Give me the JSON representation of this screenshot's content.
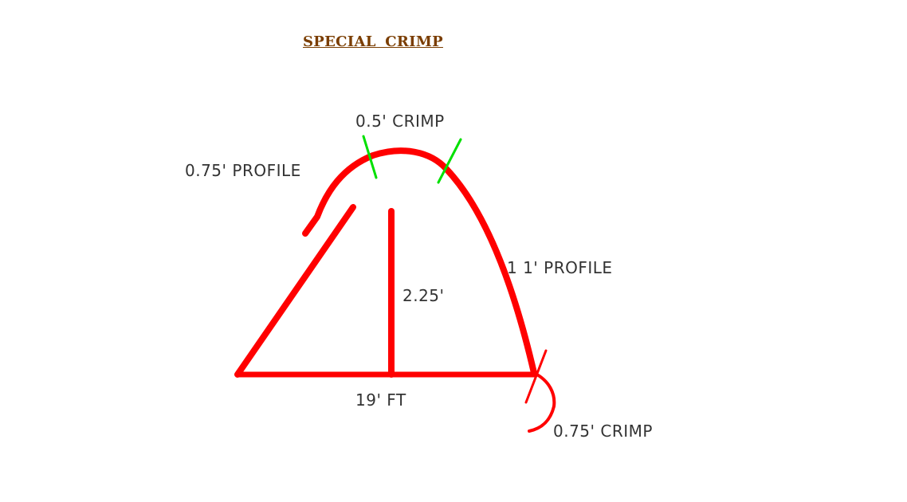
{
  "title": "SPECIAL CRIMP",
  "colors": {
    "profile": "#ff0000",
    "crimp_mark": "#00e000",
    "label": "#333333",
    "title": "#7a3d00"
  },
  "labels": {
    "top_crimp": "0.5' CRIMP",
    "left_profile": "0.75' PROFILE",
    "right_profile": "1 1' PROFILE",
    "height": "2.25'",
    "base": "19' FT",
    "end_crimp": "0.75' CRIMP"
  }
}
